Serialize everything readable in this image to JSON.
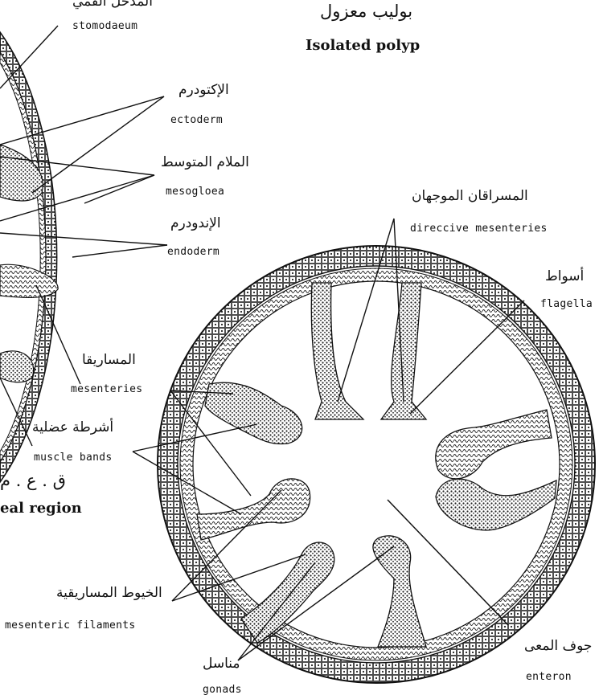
{
  "figure": {
    "title_ar": "بوليب معزول",
    "title_en": "Isolated polyp",
    "left_region_ar": "ق . ع . م",
    "left_region_en": "eal region"
  },
  "labels": {
    "stomodaeum": {
      "ar": "المدخل الفمي",
      "en": "stomodaeum"
    },
    "ectoderm": {
      "ar": "الإكتودرم",
      "en": "ectoderm"
    },
    "mesogloea": {
      "ar": "الملام المتوسط",
      "en": "mesogloea"
    },
    "endoderm": {
      "ar": "الإندودرم",
      "en": "endoderm"
    },
    "directive": {
      "ar": "المسراقان الموجهان",
      "en": "direccive mesenteries"
    },
    "flagella": {
      "ar": "أسواط",
      "en": "flagella"
    },
    "mesenteries": {
      "ar": "المساريقا",
      "en": "mesenteries"
    },
    "muscle": {
      "ar": "أشرطة عضلية",
      "en": "muscle bands"
    },
    "filaments": {
      "ar": "الخيوط المساريقية",
      "en": "mesenteric filaments"
    },
    "gonads": {
      "ar": "مناسل",
      "en": "gonads"
    },
    "enteron": {
      "ar": "جوف المعى",
      "en": "enteron"
    }
  },
  "colors": {
    "ink": "#111111",
    "paper": "#ffffff",
    "stipple": "#333333"
  }
}
